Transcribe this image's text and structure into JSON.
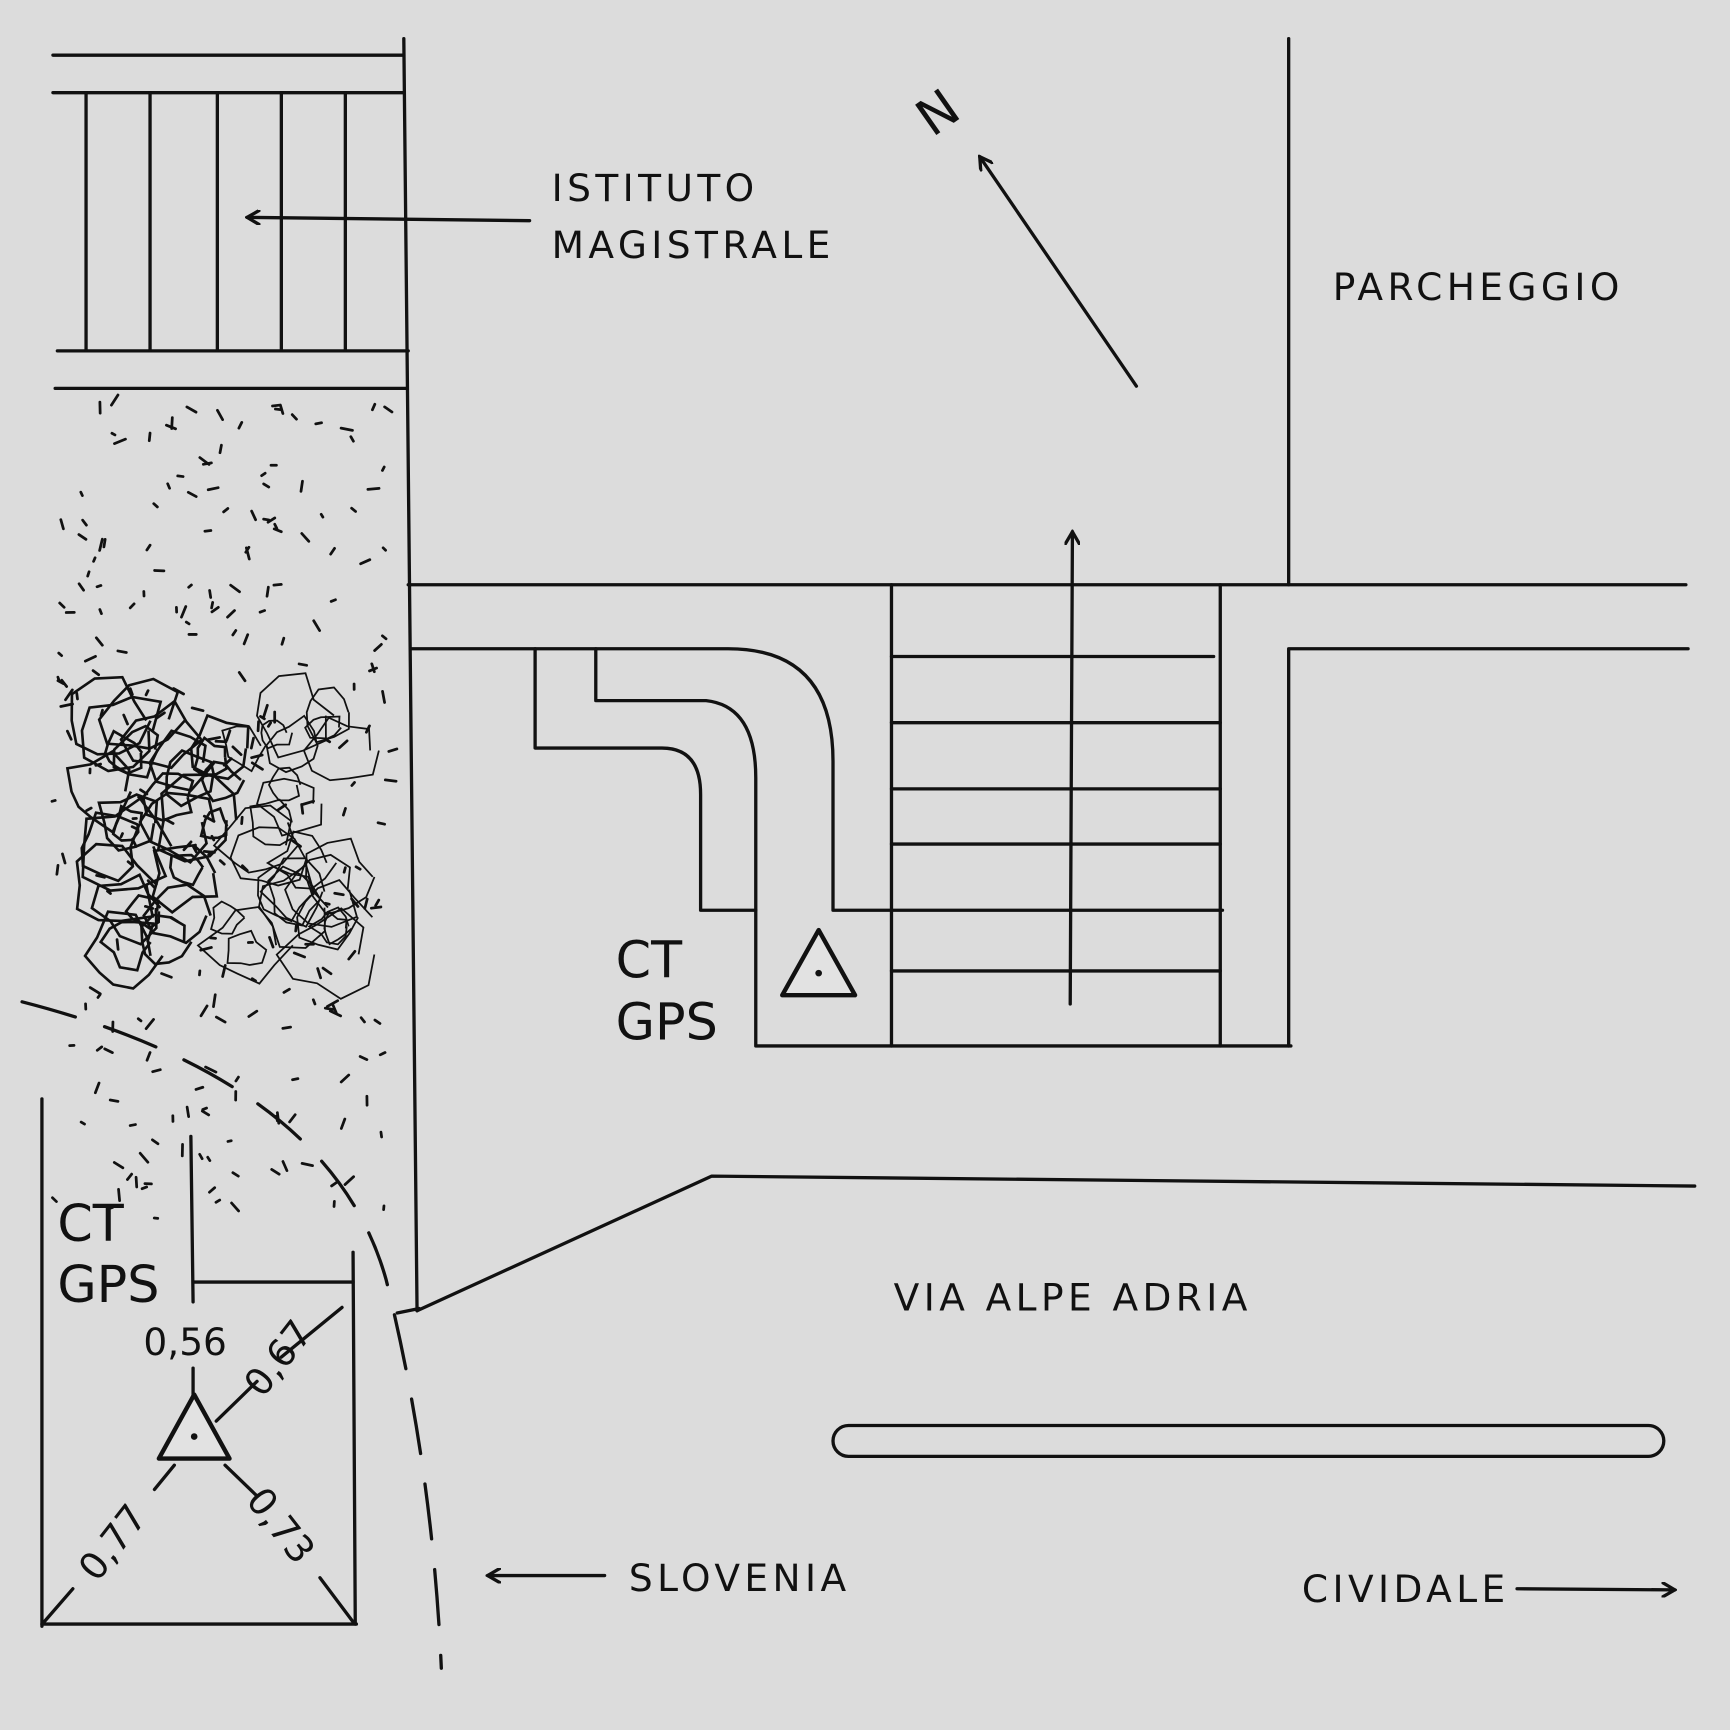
{
  "labels": {
    "school": [
      "ISTITUTO",
      "MAGISTRALE"
    ],
    "parking": "PARCHEGGIO",
    "north": "N",
    "street": "VIA ALPE ADRIA",
    "slovenia": "SLOVENIA",
    "cividale": "CIVIDALE"
  },
  "station_main": {
    "line1": "CT",
    "line2": "GPS"
  },
  "station_inset": {
    "line1": "CT",
    "line2": "GPS",
    "distances": {
      "top": "0,56",
      "upper_right": "0,67",
      "lower_left": "0,77",
      "lower_right": "0,73"
    }
  },
  "colors": {
    "background": "#dcdcdc",
    "ink": "#111111"
  }
}
